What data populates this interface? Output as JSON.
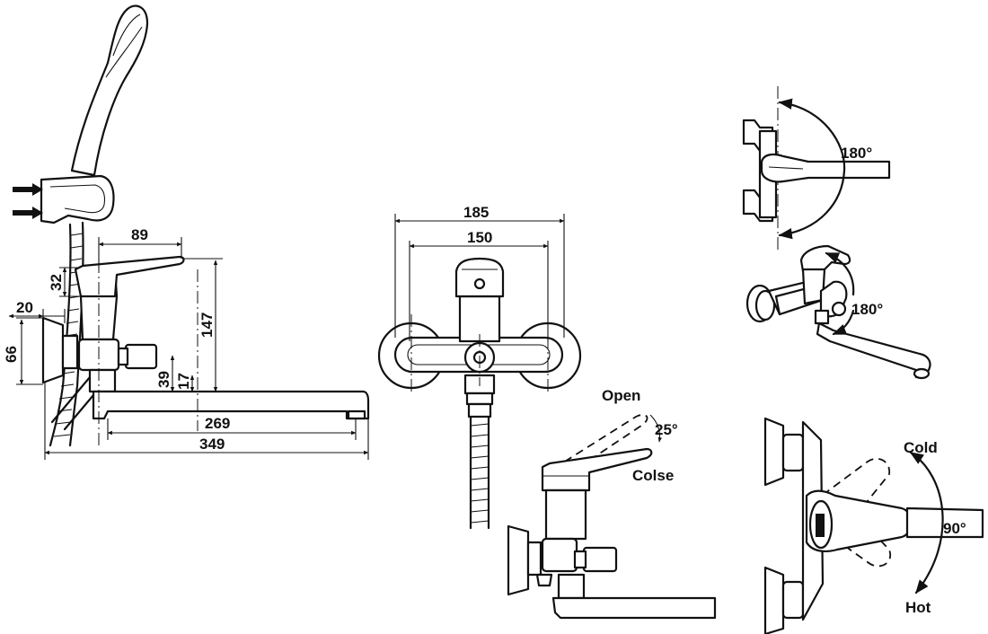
{
  "side_view": {
    "dims": {
      "d89": "89",
      "d32": "32",
      "d20": "20",
      "d66": "66",
      "d147": "147",
      "d39": "39",
      "d17": "17",
      "d269": "269",
      "d349": "349"
    }
  },
  "front_view": {
    "dims": {
      "d185": "185",
      "d150": "150"
    }
  },
  "handle_view": {
    "open_label": "Open",
    "angle_label": "25°",
    "closed_label": "Colse"
  },
  "top_view": {
    "angle_label": "180°"
  },
  "iso_view": {
    "angle_label": "180°"
  },
  "lever_view": {
    "cold_label": "Cold",
    "angle_label": "90°",
    "hot_label": "Hot"
  }
}
